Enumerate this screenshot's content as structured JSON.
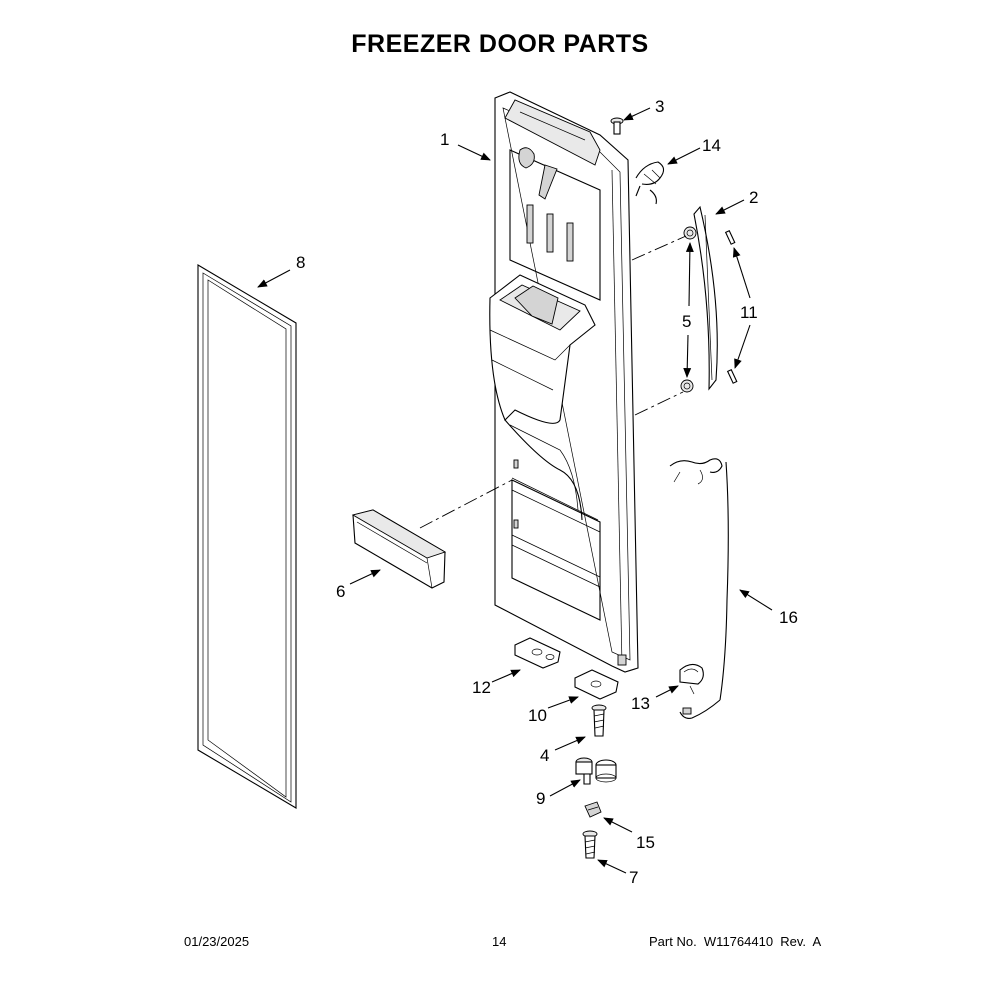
{
  "title": "FREEZER DOOR PARTS",
  "footer": {
    "date": "01/23/2025",
    "page": "14",
    "part_number": "Part No.  W11764410  Rev.  A"
  },
  "callouts": {
    "c1": "1",
    "c2": "2",
    "c3": "3",
    "c4": "4",
    "c5": "5",
    "c6": "6",
    "c7": "7",
    "c8": "8",
    "c9": "9",
    "c10": "10",
    "c11": "11",
    "c12": "12",
    "c13": "13",
    "c14": "14",
    "c15": "15",
    "c16": "16"
  }
}
